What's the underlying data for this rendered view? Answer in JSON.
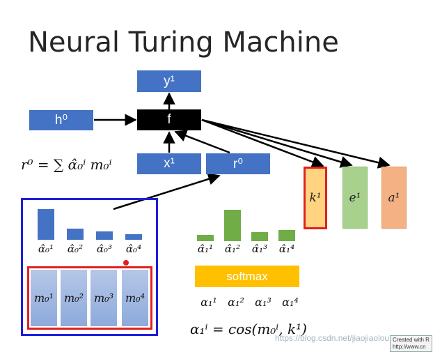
{
  "title": "Neural Turing Machine",
  "boxes": {
    "y": "y¹",
    "h": "h⁰",
    "f": "f",
    "x": "x¹",
    "r": "r⁰"
  },
  "read_formula": "r⁰ = ∑ α̂₀ⁱ m₀ⁱ",
  "vectors": {
    "k": "k¹",
    "e": "e¹",
    "a": "a¹"
  },
  "attention_prev": {
    "labels": [
      "α̂₀¹",
      "α̂₀²",
      "α̂₀³",
      "α̂₀⁴"
    ],
    "weights": [
      0.42,
      0.16,
      0.12,
      0.08
    ]
  },
  "memory": [
    "m₀¹",
    "m₀²",
    "m₀³",
    "m₀⁴"
  ],
  "attention_new": {
    "labels": [
      "α̂₁¹",
      "α̂₁²",
      "α̂₁³",
      "α̂₁⁴"
    ],
    "weights": [
      0.1,
      0.46,
      0.14,
      0.18
    ]
  },
  "softmax_label": "softmax",
  "alpha_labels": [
    "α₁¹",
    "α₁²",
    "α₁³",
    "α₁⁴"
  ],
  "cos_formula": "α₁ⁱ = cos(m₀ⁱ, k¹)",
  "watermark": "https://blog.csdn.net/jiaojiaolou",
  "created_tag": [
    "Created with R",
    "http://www.cn"
  ],
  "colors": {
    "blue": "#4472c4",
    "green": "#70ad47",
    "orange": "#ffc000",
    "red": "#e02020",
    "k_fill": "#ffd37f",
    "e_fill": "#a9d18e",
    "a_fill": "#f4b183"
  }
}
